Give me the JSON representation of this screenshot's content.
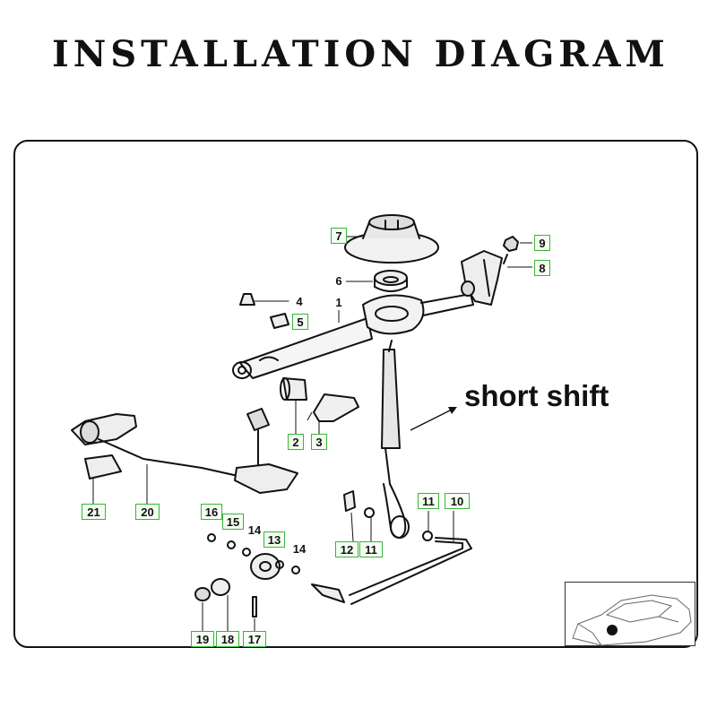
{
  "title": "INSTALLATION DIAGRAM",
  "callout": "short shift",
  "accent_color": "#3bb33b",
  "part_numbers": {
    "p1": "1",
    "p2": "2",
    "p3": "3",
    "p4": "4",
    "p5": "5",
    "p6": "6",
    "p7": "7",
    "p8": "8",
    "p9": "9",
    "p10": "10",
    "p11a": "11",
    "p11b": "11",
    "p12": "12",
    "p13": "13",
    "p14a": "14",
    "p14b": "14",
    "p15": "15",
    "p16": "16",
    "p17": "17",
    "p18": "18",
    "p19": "19",
    "p20": "20",
    "p21": "21"
  }
}
